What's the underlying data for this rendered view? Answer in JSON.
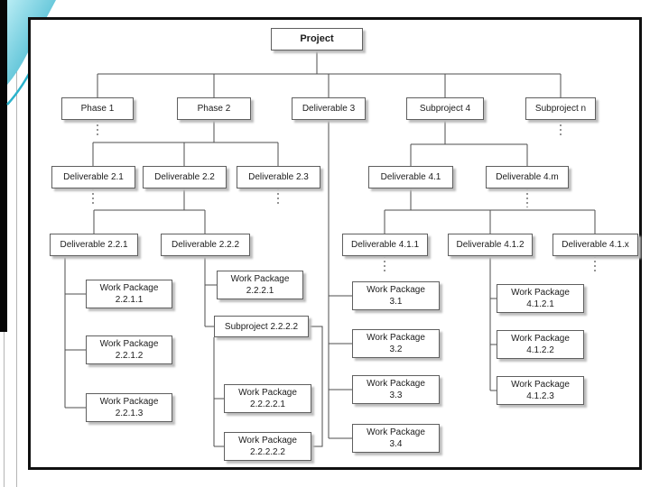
{
  "diagram": {
    "type": "work-breakdown-structure-org-chart",
    "colors": {
      "box_fill": "#ffffff",
      "box_border": "#5f5f5f",
      "connector": "#4d4d4d",
      "frame": "#101010",
      "accent_teal": "#2ab3cc",
      "shadow": "#bdbdbd"
    },
    "hierarchy": [
      {
        "parent": "Project",
        "children": [
          "Phase 1",
          "Phase 2",
          "Deliverable 3",
          "Subproject 4",
          "Subproject n"
        ]
      },
      {
        "parent": "Phase 2",
        "children": [
          "Deliverable 2.1",
          "Deliverable 2.2",
          "Deliverable 2.3"
        ]
      },
      {
        "parent": "Subproject 4",
        "children": [
          "Deliverable 4.1",
          "Deliverable 4.m"
        ]
      },
      {
        "parent": "Deliverable 2.2",
        "children": [
          "Deliverable 2.2.1",
          "Deliverable 2.2.2"
        ]
      },
      {
        "parent": "Deliverable 4.1",
        "children": [
          "Deliverable 4.1.1",
          "Deliverable 4.1.2",
          "Deliverable 4.1.x"
        ]
      },
      {
        "parent": "Deliverable 2.2.1",
        "children": [
          "Work Package 2.2.1.1",
          "Work Package 2.2.1.2",
          "Work Package 2.2.1.3"
        ]
      },
      {
        "parent": "Deliverable 2.2.2",
        "children": [
          "Work Package 2.2.2.1",
          "Subproject 2.2.2.2"
        ]
      },
      {
        "parent": "Subproject 2.2.2.2",
        "children": [
          "Work Package 2.2.2.2.1",
          "Work Package 2.2.2.2.2"
        ]
      },
      {
        "parent": "Deliverable 3",
        "children": [
          "Work Package 3.1",
          "Work Package 3.2",
          "Work Package 3.3",
          "Work Package 3.4"
        ]
      },
      {
        "parent": "Deliverable 4.1.2",
        "children": [
          "Work Package 4.1.2.1",
          "Work Package 4.1.2.2",
          "Work Package 4.1.2.3"
        ]
      }
    ]
  },
  "nodes": {
    "project": {
      "line1": "Project"
    },
    "phase1": {
      "line1": "Phase 1"
    },
    "phase2": {
      "line1": "Phase 2"
    },
    "deliverable3": {
      "line1": "Deliverable 3"
    },
    "subproject4": {
      "line1": "Subproject 4"
    },
    "subprojectn": {
      "line1": "Subproject n"
    },
    "d21": {
      "line1": "Deliverable 2.1"
    },
    "d22": {
      "line1": "Deliverable 2.2"
    },
    "d23": {
      "line1": "Deliverable 2.3"
    },
    "d41": {
      "line1": "Deliverable 4.1"
    },
    "d4m": {
      "line1": "Deliverable 4.m"
    },
    "d221": {
      "line1": "Deliverable 2.2.1"
    },
    "d222": {
      "line1": "Deliverable 2.2.2"
    },
    "d411": {
      "line1": "Deliverable 4.1.1"
    },
    "d412": {
      "line1": "Deliverable 4.1.2"
    },
    "d41x": {
      "line1": "Deliverable 4.1.x"
    },
    "sp2222": {
      "line1": "Subproject 2.2.2.2"
    },
    "wp2211": {
      "line1": "Work Package",
      "line2": "2.2.1.1"
    },
    "wp2212": {
      "line1": "Work Package",
      "line2": "2.2.1.2"
    },
    "wp2213": {
      "line1": "Work Package",
      "line2": "2.2.1.3"
    },
    "wp2221": {
      "line1": "Work Package",
      "line2": "2.2.2.1"
    },
    "wp22221": {
      "line1": "Work Package",
      "line2": "2.2.2.2.1"
    },
    "wp22222": {
      "line1": "Work Package",
      "line2": "2.2.2.2.2"
    },
    "wp31": {
      "line1": "Work Package",
      "line2": "3.1"
    },
    "wp32": {
      "line1": "Work Package",
      "line2": "3.2"
    },
    "wp33": {
      "line1": "Work Package",
      "line2": "3.3"
    },
    "wp34": {
      "line1": "Work Package",
      "line2": "3.4"
    },
    "wp4121": {
      "line1": "Work Package",
      "line2": "4.1.2.1"
    },
    "wp4122": {
      "line1": "Work Package",
      "line2": "4.1.2.2"
    },
    "wp4123": {
      "line1": "Work Package",
      "line2": "4.1.2.3"
    }
  }
}
